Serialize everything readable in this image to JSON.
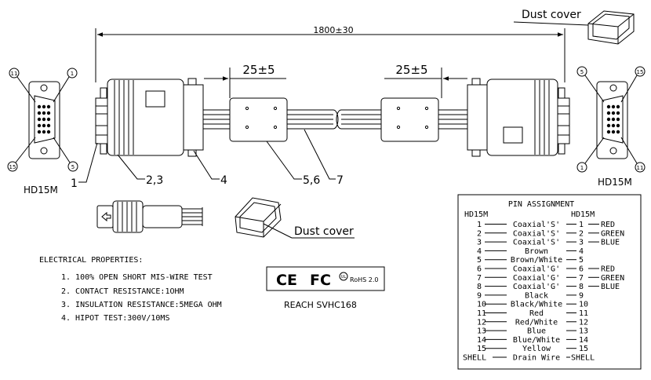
{
  "dimensions": {
    "overall_length": "1800±30",
    "ferrite_left": "25±5",
    "ferrite_right": "25±5"
  },
  "connector_labels": {
    "left": "HD15M",
    "right": "HD15M"
  },
  "pin_markers": {
    "left_top_left": "11",
    "left_top_right": "1",
    "left_bottom_left": "15",
    "left_bottom_right": "5",
    "right_top_left": "5",
    "right_top_right": "15",
    "right_bottom_left": "1",
    "right_bottom_right": "11"
  },
  "callouts": [
    "1",
    "2,3",
    "4",
    "5,6",
    "7"
  ],
  "dust_cover_labels": {
    "top": "Dust cover",
    "middle": "Dust cover"
  },
  "electrical": {
    "title": "ELECTRICAL PROPERTIES:",
    "items": [
      "1. 100% OPEN SHORT MIS-WIRE TEST",
      "2. CONTACT RESISTANCE:1OHM",
      "3. INSULATION RESISTANCE:5MEGA OHM",
      "4. HIPOT TEST:300V/10MS"
    ]
  },
  "certifications": {
    "ce": "CE",
    "fc": "FC",
    "ul": "UL",
    "rohs": "RoHS 2.0",
    "reach": "REACH SVHC168"
  },
  "pin_assignment": {
    "title": "PIN ASSIGNMENT",
    "header_left": "HD15M",
    "header_right": "HD15M",
    "rows": [
      {
        "left": "1",
        "wire": "Coaxial'S'",
        "right": "1",
        "color": "RED"
      },
      {
        "left": "2",
        "wire": "Coaxial'S'",
        "right": "2",
        "color": "GREEN"
      },
      {
        "left": "3",
        "wire": "Coaxial'S'",
        "right": "3",
        "color": "BLUE"
      },
      {
        "left": "4",
        "wire": "Brown",
        "right": "4",
        "color": ""
      },
      {
        "left": "5",
        "wire": "Brown/White",
        "right": "5",
        "color": ""
      },
      {
        "left": "6",
        "wire": "Coaxial'G'",
        "right": "6",
        "color": "RED"
      },
      {
        "left": "7",
        "wire": "Coaxial'G'",
        "right": "7",
        "color": "GREEN"
      },
      {
        "left": "8",
        "wire": "Coaxial'G'",
        "right": "8",
        "color": "BLUE"
      },
      {
        "left": "9",
        "wire": "Black",
        "right": "9",
        "color": ""
      },
      {
        "left": "10",
        "wire": "Black/White",
        "right": "10",
        "color": ""
      },
      {
        "left": "11",
        "wire": "Red",
        "right": "11",
        "color": ""
      },
      {
        "left": "12",
        "wire": "Red/White",
        "right": "12",
        "color": ""
      },
      {
        "left": "13",
        "wire": "Blue",
        "right": "13",
        "color": ""
      },
      {
        "left": "14",
        "wire": "Blue/White",
        "right": "14",
        "color": ""
      },
      {
        "left": "15",
        "wire": "Yellow",
        "right": "15",
        "color": ""
      },
      {
        "left": "SHELL",
        "wire": "Drain Wire",
        "right": "SHELL",
        "color": ""
      }
    ]
  }
}
